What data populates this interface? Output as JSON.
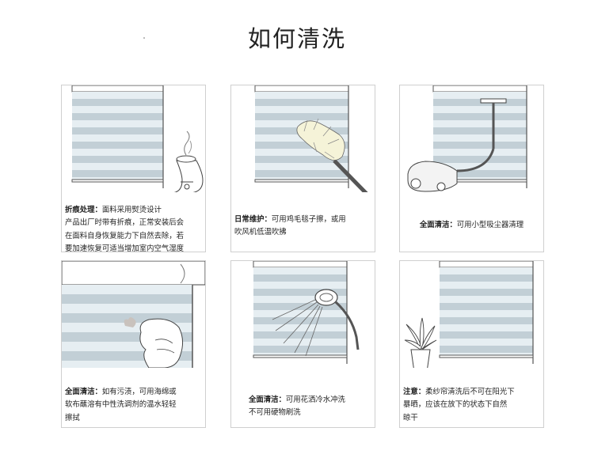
{
  "page": {
    "title": "如何清洗"
  },
  "cards": [
    {
      "name": "wrinkle",
      "label": "折痕处理：",
      "text": "面料采用熨烫设计\n产品出厂时带有折痕，正常安装后会\n在面料自身恢复能力下自然去除，若\n要加速恢复可适当增加室内空气湿度"
    },
    {
      "name": "daily",
      "label": "日常维护：",
      "text": "可用鸡毛毯子擦，或用\n吹风机低温吹拂"
    },
    {
      "name": "full-vacuum",
      "label": "全面清洁：",
      "text": "可用小型吸尘器清理"
    },
    {
      "name": "stain",
      "label": "全面清洁：",
      "text": "如有污渍，可用海绵或\n软布蘸溶有中性洗调剂的温水轻轻\n擦拭"
    },
    {
      "name": "shower",
      "label": "全面清洁：",
      "text": "可用花洒冷水冲洗\n不可用硬物刷洗"
    },
    {
      "name": "dry",
      "label": "注意：",
      "text": "柔纱帘清洗后不可在阳光下\n暴晒，应该在放下的状态下自然\n晾干"
    }
  ],
  "colors": {
    "stripe_dark": "#8fa7b4",
    "stripe_light": "#e6eef2",
    "frame": "#555555",
    "border": "#cfcfcf"
  },
  "icons": [
    "humidifier-icon",
    "feather-duster-icon",
    "vacuum-cleaner-icon",
    "hand-sponge-icon",
    "shower-head-icon",
    "potted-plant-icon"
  ]
}
